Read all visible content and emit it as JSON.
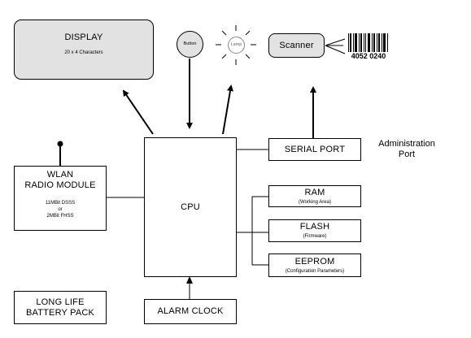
{
  "display": {
    "title": "DISPLAY",
    "subtitle": "20 x 4 Characters"
  },
  "button": {
    "label": "Button"
  },
  "lamp": {
    "label": "Lamp"
  },
  "scanner": {
    "label": "Scanner"
  },
  "barcode": {
    "number": "4052 0240"
  },
  "cpu": {
    "label": "CPU"
  },
  "serial_port": {
    "label": "SERIAL PORT"
  },
  "admin_port": {
    "line1": "Administration",
    "line2": "Port"
  },
  "wlan": {
    "line1": "WLAN",
    "line2": "RADIO MODULE",
    "spec1": "11MBit DSSS",
    "spec2": "or",
    "spec3": "2MBit FHSS"
  },
  "ram": {
    "label": "RAM",
    "sub": "(Working Area)"
  },
  "flash": {
    "label": "FLASH",
    "sub": "(Firmware)"
  },
  "eeprom": {
    "label": "EEPROM",
    "sub": "(Configuration Parameters)"
  },
  "battery": {
    "line1": "LONG LIFE",
    "line2": "BATTERY PACK"
  },
  "alarm": {
    "label": "ALARM CLOCK"
  }
}
